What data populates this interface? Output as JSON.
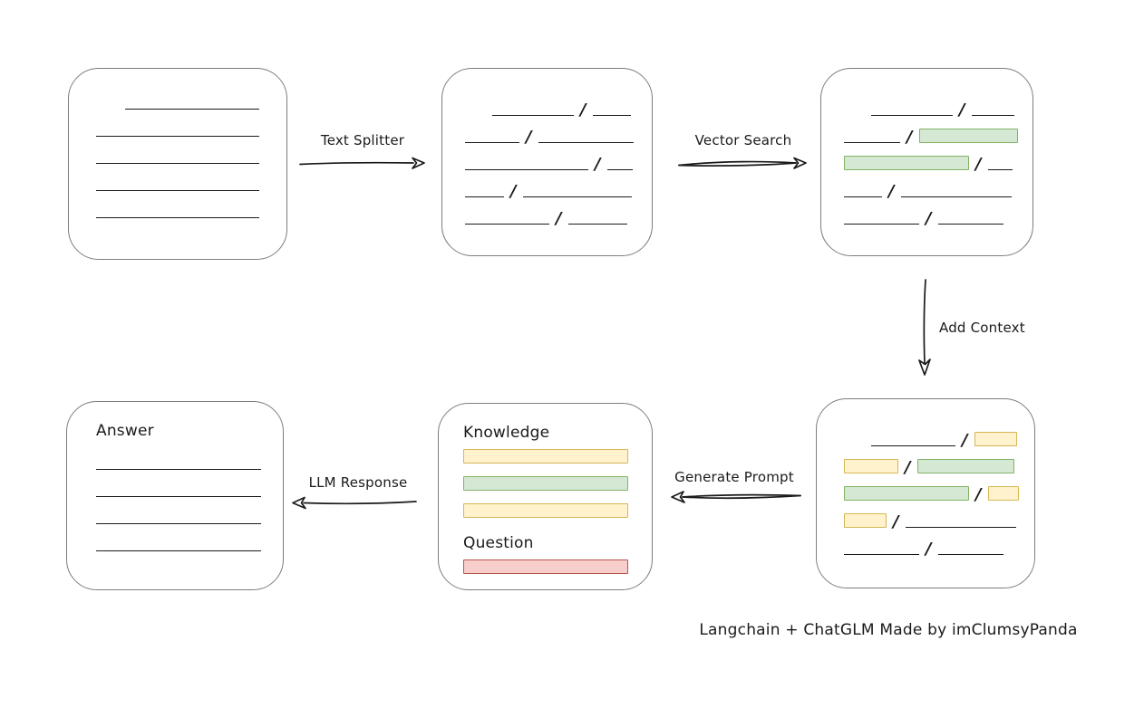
{
  "caption": "Langchain + ChatGLM Made by imClumsyPanda",
  "slash_char": "/",
  "colors": {
    "line_color": "#1a1a1a",
    "box_border": "#7d7d7d",
    "green_fill": "#d5e8d4",
    "green_border": "#82b366",
    "yellow_fill": "#fff2cc",
    "yellow_border": "#d6b656",
    "red_fill": "#f8cecc",
    "red_border": "#b85450"
  },
  "arrows": {
    "text_splitter": {
      "label": "Text Splitter",
      "direction": "right"
    },
    "vector_search": {
      "label": "Vector Search",
      "direction": "right"
    },
    "add_context": {
      "label": "Add Context",
      "direction": "down"
    },
    "generate_prompt": {
      "label": "Generate Prompt",
      "direction": "left"
    },
    "llm_response": {
      "label": "LLM Response",
      "direction": "left"
    }
  },
  "boxes": {
    "document": {
      "rows": [
        {
          "indent": 32,
          "segs": [
            [
              "line",
              148
            ]
          ]
        },
        {
          "segs": [
            [
              "line",
              180
            ]
          ]
        },
        {
          "segs": [
            [
              "line",
              180
            ]
          ]
        },
        {
          "segs": [
            [
              "line",
              180
            ]
          ]
        },
        {
          "segs": [
            [
              "line",
              180
            ]
          ]
        }
      ]
    },
    "chunks": {
      "rows": [
        {
          "indent": 30,
          "segs": [
            [
              "line",
              90
            ],
            [
              "slash"
            ],
            [
              "line",
              42
            ]
          ]
        },
        {
          "segs": [
            [
              "line",
              60
            ],
            [
              "slash"
            ],
            [
              "line",
              105
            ]
          ]
        },
        {
          "segs": [
            [
              "line",
              136
            ],
            [
              "slash"
            ],
            [
              "line",
              28
            ]
          ]
        },
        {
          "segs": [
            [
              "line",
              43
            ],
            [
              "slash"
            ],
            [
              "line",
              120
            ]
          ]
        },
        {
          "segs": [
            [
              "line",
              93
            ],
            [
              "slash"
            ],
            [
              "line",
              65
            ]
          ]
        }
      ]
    },
    "vector_result": {
      "rows": [
        {
          "indent": 30,
          "segs": [
            [
              "line",
              90
            ],
            [
              "slash"
            ],
            [
              "line",
              47
            ]
          ]
        },
        {
          "segs": [
            [
              "line",
              62
            ],
            [
              "slash"
            ],
            [
              "green",
              109
            ]
          ]
        },
        {
          "segs": [
            [
              "green",
              138
            ],
            [
              "slash"
            ],
            [
              "line",
              27
            ]
          ]
        },
        {
          "segs": [
            [
              "line",
              42
            ],
            [
              "slash"
            ],
            [
              "line",
              122
            ]
          ]
        },
        {
          "segs": [
            [
              "line",
              83
            ],
            [
              "slash"
            ],
            [
              "line",
              72
            ]
          ]
        }
      ]
    },
    "context": {
      "rows": [
        {
          "indent": 30,
          "segs": [
            [
              "line",
              93
            ],
            [
              "slash"
            ],
            [
              "yellow",
              47
            ]
          ]
        },
        {
          "segs": [
            [
              "yellow",
              60
            ],
            [
              "slash"
            ],
            [
              "green",
              107
            ]
          ]
        },
        {
          "segs": [
            [
              "green",
              138
            ],
            [
              "slash"
            ],
            [
              "yellow",
              34
            ]
          ]
        },
        {
          "segs": [
            [
              "yellow",
              47
            ],
            [
              "slash"
            ],
            [
              "line",
              122
            ]
          ]
        },
        {
          "segs": [
            [
              "line",
              83
            ],
            [
              "slash"
            ],
            [
              "line",
              72
            ]
          ]
        }
      ]
    },
    "prompt": {
      "knowledge_label": "Knowledge",
      "question_label": "Question",
      "knowledge_rows": [
        {
          "segs": [
            [
              "yellow",
              182
            ]
          ]
        },
        {
          "segs": [
            [
              "green",
              182
            ]
          ]
        },
        {
          "segs": [
            [
              "yellow",
              182
            ]
          ]
        }
      ],
      "question_rows": [
        {
          "segs": [
            [
              "red",
              182
            ]
          ]
        }
      ]
    },
    "answer": {
      "label": "Answer",
      "rows": [
        {
          "segs": [
            [
              "line",
              182
            ]
          ]
        },
        {
          "segs": [
            [
              "line",
              182
            ]
          ]
        },
        {
          "segs": [
            [
              "line",
              182
            ]
          ]
        },
        {
          "segs": [
            [
              "line",
              182
            ]
          ]
        }
      ]
    }
  }
}
